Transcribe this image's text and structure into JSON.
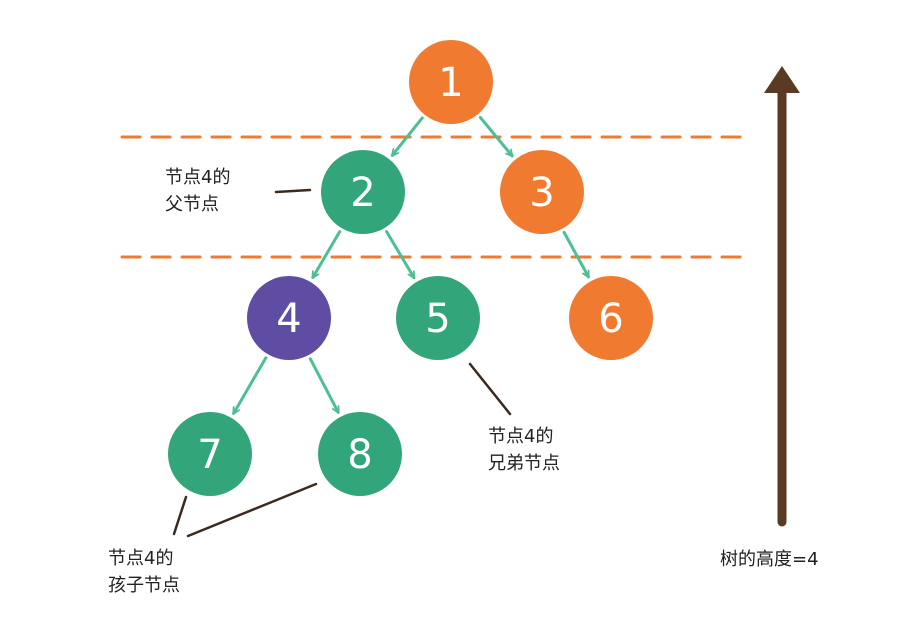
{
  "colors": {
    "orange": "#F07A2F",
    "green": "#33A57A",
    "purple": "#5E4DA3",
    "arrow": "#4EBE93",
    "dash": "#F07A2F",
    "height_arrow": "#5A3A22",
    "leader": "#3B2A20"
  },
  "nodes": [
    {
      "id": "1",
      "label": "1",
      "color": "orange"
    },
    {
      "id": "2",
      "label": "2",
      "color": "green"
    },
    {
      "id": "3",
      "label": "3",
      "color": "orange"
    },
    {
      "id": "4",
      "label": "4",
      "color": "purple"
    },
    {
      "id": "5",
      "label": "5",
      "color": "green"
    },
    {
      "id": "6",
      "label": "6",
      "color": "orange"
    },
    {
      "id": "7",
      "label": "7",
      "color": "green"
    },
    {
      "id": "8",
      "label": "8",
      "color": "green"
    }
  ],
  "edges": [
    {
      "from": "1",
      "to": "2"
    },
    {
      "from": "1",
      "to": "3"
    },
    {
      "from": "2",
      "to": "4"
    },
    {
      "from": "2",
      "to": "5"
    },
    {
      "from": "3",
      "to": "6"
    },
    {
      "from": "4",
      "to": "7"
    },
    {
      "from": "4",
      "to": "8"
    }
  ],
  "annotations": {
    "parent": {
      "line1": "节点4的",
      "line2": "父节点"
    },
    "sibling": {
      "line1": "节点4的",
      "line2": "兄弟节点"
    },
    "children": {
      "line1": "节点4的",
      "line2": "孩子节点"
    },
    "height": "树的高度=4"
  }
}
